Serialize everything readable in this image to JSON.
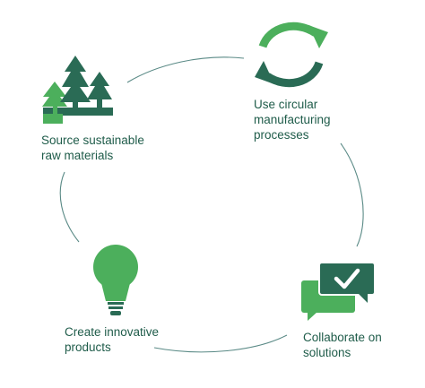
{
  "colors": {
    "dark_green": "#2a6b55",
    "light_green": "#4caf5c",
    "text": "#1f5c4a",
    "cycle_line": "#5a8a86"
  },
  "steps": [
    {
      "icon": "trees-icon",
      "lines": [
        "Source sustainable",
        "raw materials"
      ]
    },
    {
      "icon": "recycle-arrows-icon",
      "lines": [
        "Use circular",
        "manufacturing",
        "processes"
      ]
    },
    {
      "icon": "chat-check-icon",
      "lines": [
        "Collaborate on",
        "solutions"
      ]
    },
    {
      "icon": "lightbulb-icon",
      "lines": [
        "Create innovative",
        "products"
      ]
    }
  ]
}
